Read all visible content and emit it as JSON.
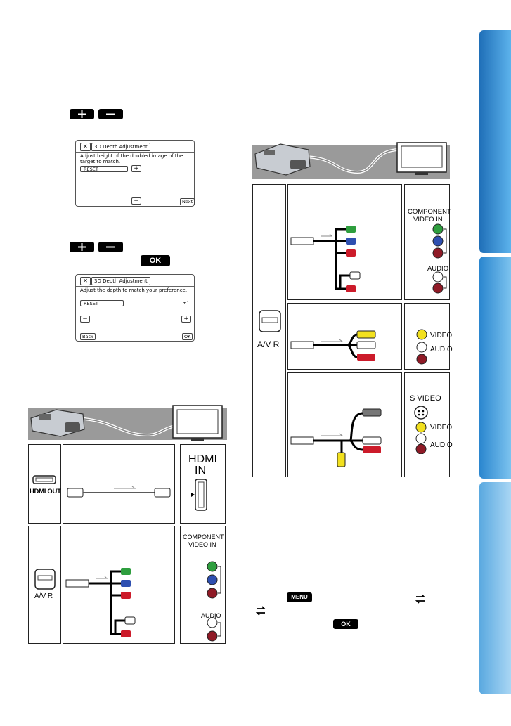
{
  "colors": {
    "tab_blue": "#2f8fd4",
    "tab_blue_light": "#8cc6ee",
    "banner_gray": "#9a9a9a"
  },
  "depth_dialog_1": {
    "close": "✕",
    "title": "3D Depth Adjustment",
    "message": "Adjust height of the doubled image of the target to match.",
    "reset": "RESET",
    "plus": "+",
    "minus": "−",
    "next": "Next"
  },
  "depth_dialog_2": {
    "close": "✕",
    "title": "3D Depth Adjustment",
    "message": "Adjust the depth to match your preference.",
    "reset": "RESET",
    "value": "+1",
    "minus": "−",
    "plus": "+",
    "back": "Back",
    "ok": "OK"
  },
  "ok_button": "OK",
  "menu_button": "MENU",
  "ok_button_small": "OK",
  "hdmi_panel": {
    "hdmi_out": "HDMI OUT",
    "hdmi_in_1": "HDMI",
    "hdmi_in_2": "IN",
    "av_r": "A/V  R",
    "component_1": "COMPONENT",
    "component_2": "VIDEO IN",
    "audio": "AUDIO"
  },
  "right_panel": {
    "av_r": "A/V  R",
    "component_1": "COMPONENT",
    "component_2": "VIDEO IN",
    "audio": "AUDIO",
    "video": "VIDEO",
    "audio2": "AUDIO",
    "s_video": "S VIDEO",
    "video3": "VIDEO",
    "audio3": "AUDIO"
  }
}
